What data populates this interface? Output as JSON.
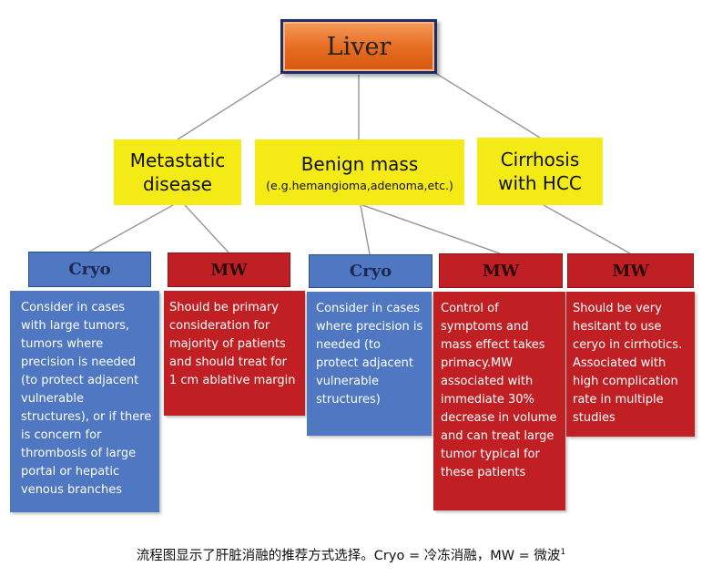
{
  "root": {
    "label": "Liver"
  },
  "categories": [
    {
      "label": "Metastatic disease",
      "sublabel": ""
    },
    {
      "label": "Benign mass",
      "sublabel": "(e.g.hemangioma,adenoma,etc.)"
    },
    {
      "label": "Cirrhosis with HCC",
      "sublabel": ""
    }
  ],
  "methods": [
    {
      "label": "Cryo",
      "description": "Consider in cases with large tumors, tumors where precision is needed (to protect adjacent vulnerable structures), or if there is concern for thrombosis of large portal or hepatic venous branches"
    },
    {
      "label": "MW",
      "description": "Should be primary consideration for majority of patients and should treat for 1 cm ablative margin"
    },
    {
      "label": "Cryo",
      "description": "Consider in cases where precision is needed (to protect adjacent vulnerable structures)"
    },
    {
      "label": "MW",
      "description": "Control of symptoms and mass effect takes primacy.MW associated with immediate 30% decrease in volume and can treat large tumor typical for these patients"
    },
    {
      "label": "MW",
      "description": "Should be very hesitant to use ceryo in cirrhotics. Associated with high complication rate in multiple studies"
    }
  ],
  "caption": {
    "text": "流程图显示了肝脏消融的推荐方式选择。Cryo = 冷冻消融，MW = 微波",
    "ref": "1"
  },
  "colors": {
    "root_fill": "#e66a1f",
    "root_border": "#1f2d66",
    "category_fill": "#f4ea16",
    "cryo_fill": "#4f77c2",
    "mw_fill": "#c01f24",
    "connector": "#9a9a9a"
  }
}
